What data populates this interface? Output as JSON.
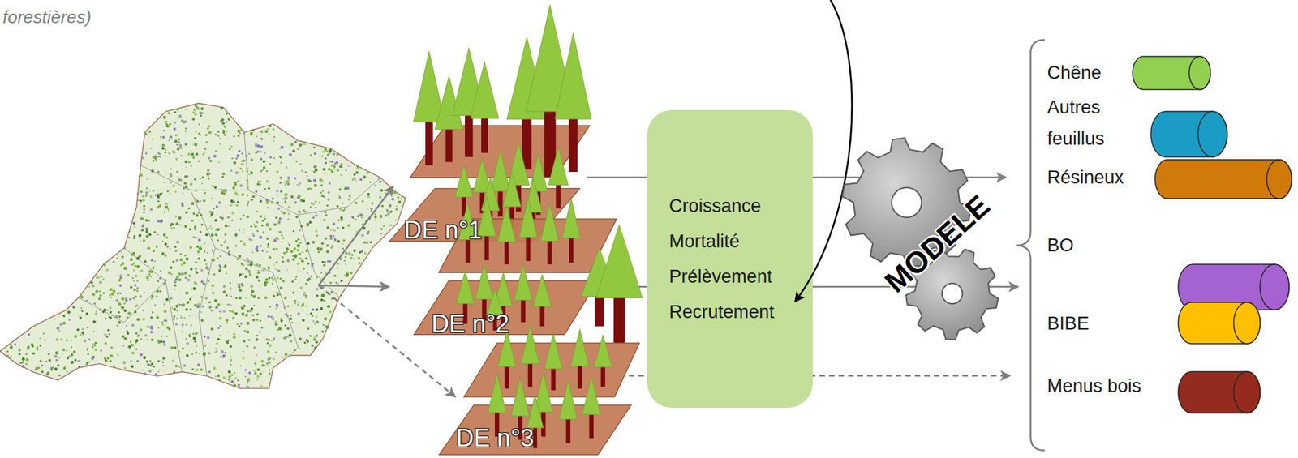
{
  "diagram": {
    "nodes": [
      {
        "text": [
          "DE n°1"
        ]
      },
      {
        "text": [
          "DE n°2"
        ]
      },
      {
        "text": [
          "DE n°3"
        ]
      },
      {
        "text": [
          "Croissance",
          "Mortalité",
          "Prélèvement",
          "Recrutement"
        ]
      }
    ],
    "labels": [
      "forestières)",
      "MODELE"
    ],
    "legend": [
      {
        "text": "Chêne",
        "color": "#92d050"
      },
      {
        "text": "Autres feuillus",
        "color": "#1b9cc4"
      },
      {
        "text": "Résineux",
        "color": "#d07a0c"
      },
      {
        "text": "BO",
        "color": "#a463d1"
      },
      {
        "text": "BIBE",
        "color": "#ffc000"
      },
      {
        "text": "Menus bois",
        "color": "#952a1e"
      }
    ]
  }
}
